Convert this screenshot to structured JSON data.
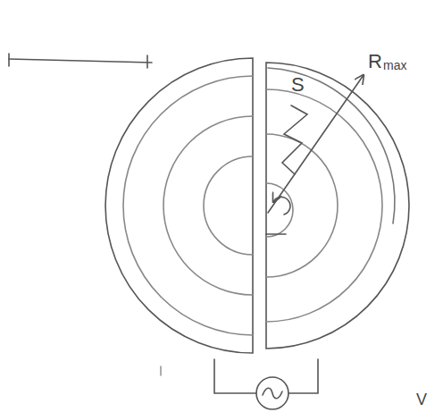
{
  "diagram": {
    "labels": [
      "S",
      "R",
      "max",
      "V"
    ]
  }
}
